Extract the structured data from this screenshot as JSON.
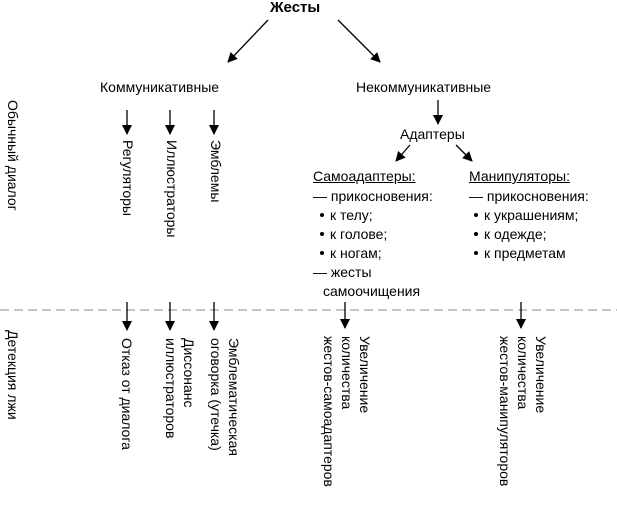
{
  "title": "Жесты",
  "communicative": {
    "label": "Коммуникативные",
    "items": [
      "Регуляторы",
      "Иллюстраторы",
      "Эмблемы"
    ]
  },
  "noncommunicative": {
    "label": "Некоммуникативные",
    "adapters": "Адаптеры",
    "self": {
      "title": "Самоадаптеры:",
      "touch": "— прикосновения:",
      "bullets": [
        "к телу;",
        "к голове;",
        "к ногам;"
      ],
      "cleaning_1": "— жесты",
      "cleaning_2": "самоочищения"
    },
    "manipulators": {
      "title": "Манипуляторы:",
      "touch": "— прикосновения:",
      "bullets": [
        "к украшениям;",
        "к одежде;",
        "к предметам"
      ]
    }
  },
  "side_labels": {
    "top": "Обычный диалог",
    "bottom": "Детекция лжи"
  },
  "lie_detection": {
    "regulators": "Отказ от диалога",
    "illustrators": [
      "Диссонанс",
      "иллюстраторов"
    ],
    "emblems": [
      "Эмблематическая",
      "оговорка (утечка)"
    ],
    "self": [
      "Увеличение",
      "количества",
      "жестов-самоадаптеров"
    ],
    "manipulators": [
      "Увеличение",
      "количества",
      "жестов-манипуляторов"
    ]
  }
}
